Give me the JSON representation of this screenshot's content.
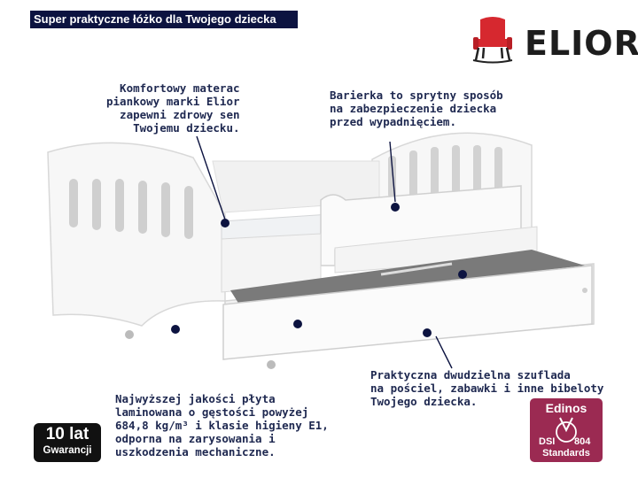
{
  "banner": {
    "title": "Super praktyczne łóżko dla Twojego dziecka"
  },
  "logo": {
    "brand": "ELIOR",
    "icon": "armchair-icon",
    "color": "#d6282f"
  },
  "callouts": {
    "mattress": "Komfortowy materac\npiankowy marki Elior\nzapewni zdrowy sen\nTwojemu dziecku.",
    "barrier": "Barierka to sprytny sposób\nna zabezpieczenie dziecka\nprzed wypadnięciem.",
    "drawer": "Praktyczna dwudzielna szuflada\nna pościel, zabawki i inne bibeloty\nTwojego dziecka.",
    "board": "Najwyższej jakości płyta\nlaminowana o gęstości powyżej\n684,8 kg/m³ i klasie higieny E1,\nodporna na zarysowania i\nuszkodzenia mechaniczne."
  },
  "guarantee": {
    "line1": "10 lat",
    "line2": "Gwarancji"
  },
  "certificate": {
    "name": "Edinos",
    "dsi": "DSI",
    "number": "804",
    "standards": "Standards",
    "color": "#9b2a52"
  },
  "colors": {
    "banner": "#0c1340",
    "dot": "#0c1340",
    "bed": "#ffffff"
  }
}
